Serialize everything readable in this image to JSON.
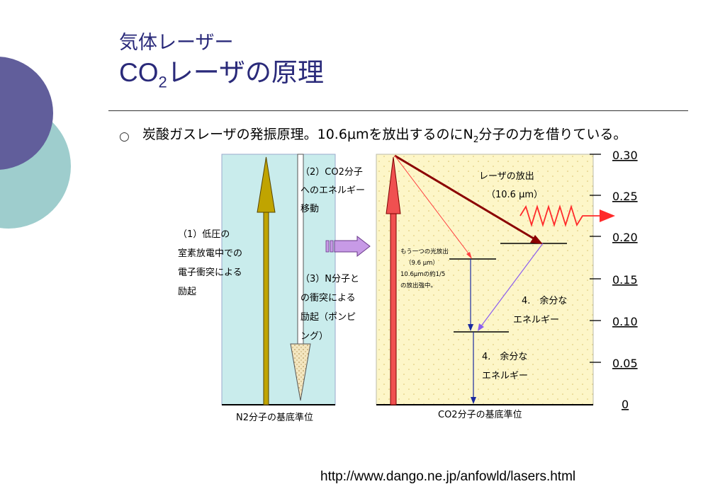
{
  "title": {
    "line1": "気体レーザー",
    "line2_pre": "CO",
    "line2_sub": "2",
    "line2_post": "レーザの原理"
  },
  "bullet": {
    "part1": "炭酸ガスレーザの発振原理。10.6",
    "mu": "μ",
    "part2": "mを放出するのにN",
    "sub": "2",
    "part3": "分子の力を借りている。"
  },
  "diagram": {
    "n2_panel": {
      "excitation_label": [
        "（1）低圧の",
        "室素放電中での",
        "電子衝突による",
        "励起"
      ],
      "ground_label": "N2分子の基底準位"
    },
    "transfer_labels": {
      "energy_move": [
        "（2）CO2分子",
        "へのエネルギー",
        "移動"
      ],
      "pumping": [
        "（3）N分子と",
        "の衝突による",
        "励起（ポンピ",
        "ング）"
      ]
    },
    "co2_panel": {
      "laser_emission": [
        "レーザの放出",
        "（10.6 μm）"
      ],
      "alt_emission": [
        "もう一つの光放出",
        "（9.6 μm）",
        "10.6μmの約1/5",
        "の放出強中。"
      ],
      "excess_upper": [
        "4.　余分な",
        "エネルギー"
      ],
      "excess_lower": [
        "4.　余分な",
        "エネルギー"
      ],
      "ground_label": "CO2分子の基底準位"
    },
    "scale": [
      "0.30",
      "0.25",
      "0.20",
      "0.15",
      "0.10",
      "0.05",
      "0"
    ]
  },
  "source_url": "http://www.dango.ne.jp/anfowld/lasers.html",
  "colors": {
    "circle_dark": "#615e9b",
    "circle_light": "#9ecdcd",
    "title": "#2a2a7a",
    "n2_bg": "#c9ecec",
    "co2_bg": "#fdf6c8",
    "n2_arrow": "#c0a400",
    "co2_arrow": "#f05050",
    "laser_arrow": "#8b0000",
    "transfer_arrow": "#c79ae6"
  }
}
